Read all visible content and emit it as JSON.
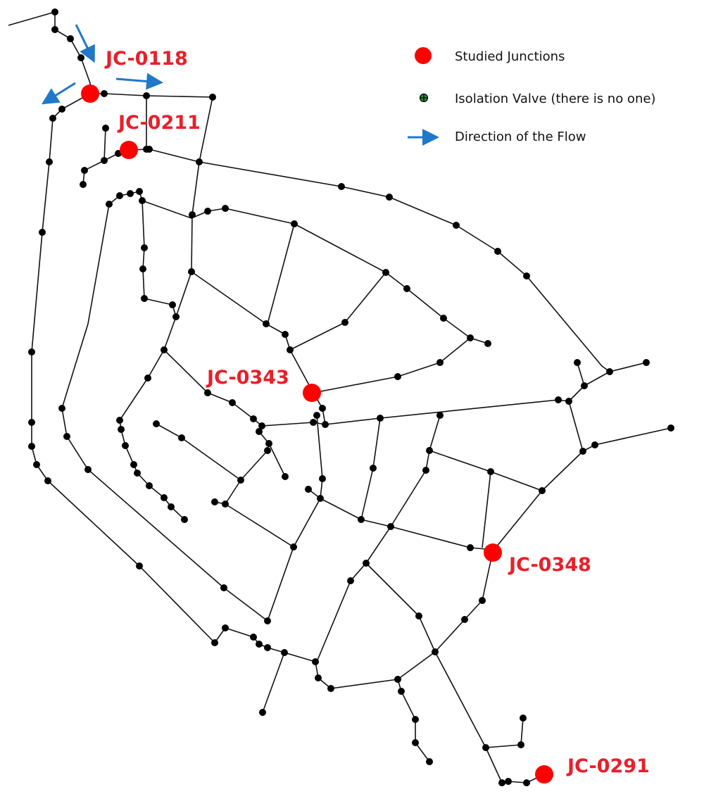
{
  "colors": {
    "pipe": "#111111",
    "node": "#000000",
    "studied_junction": "#ff0000",
    "label": "#e8202a",
    "flow_arrow": "#1f78c8",
    "valve_fill": "#2e8b3e"
  },
  "studied_junctions": [
    {
      "id": "JC-0118"
    },
    {
      "id": "JC-0211"
    },
    {
      "id": "JC-0343"
    },
    {
      "id": "JC-0348"
    },
    {
      "id": "JC-0291"
    }
  ],
  "legend": {
    "studied_junctions": "Studied Junctions",
    "isolation_valve": "Isolation Valve (there is no one)",
    "flow_direction": "Direction of the Flow"
  },
  "icons": {
    "studied_junction": "red-dot-icon",
    "isolation_valve": "valve-cross-icon",
    "flow_direction": "blue-arrow-icon"
  }
}
